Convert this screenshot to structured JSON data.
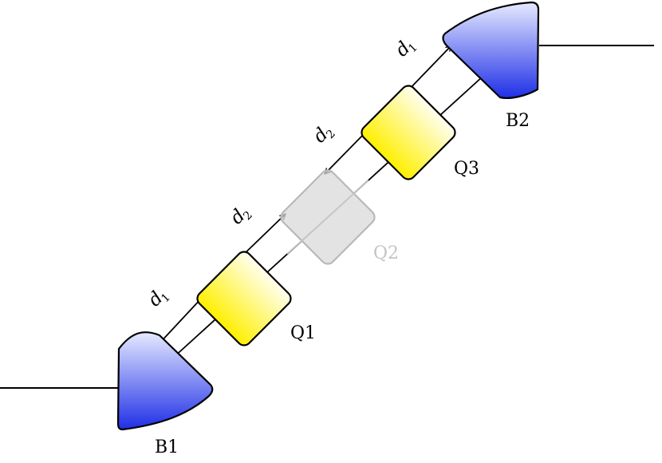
{
  "colors": {
    "bend_light": "#e6eaff",
    "bend_dark": "#1f2fe6",
    "quad_light": "#fffff0",
    "quad_dark": "#ffef00",
    "ghost_fill": "#dadada",
    "ghost_stroke": "#b8b8b8",
    "ghost_text": "#c4c4c4",
    "line": "#000000"
  },
  "elements": {
    "b1": {
      "label": "B1"
    },
    "b2": {
      "label": "B2"
    },
    "q1": {
      "label": "Q1"
    },
    "q2": {
      "label": "Q2"
    },
    "q3": {
      "label": "Q3"
    }
  },
  "distances": {
    "d1_lower": {
      "symbol": "d",
      "subscript": "1"
    },
    "d2_lower": {
      "symbol": "d",
      "subscript": "2"
    },
    "d2_upper": {
      "symbol": "d",
      "subscript": "2"
    },
    "d1_upper": {
      "symbol": "d",
      "subscript": "1"
    }
  }
}
